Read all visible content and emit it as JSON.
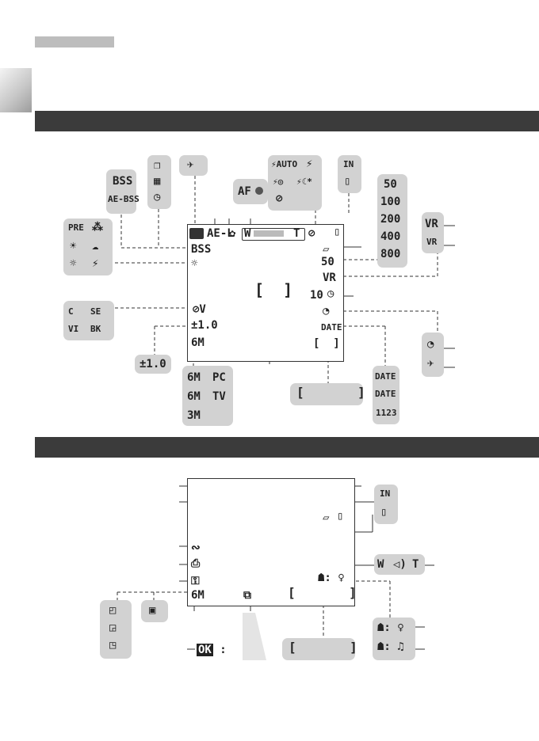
{
  "shooting": {
    "screen_top_row": [
      "AE-L",
      "W",
      "T"
    ],
    "screen_bss": "BSS",
    "screen_iso": "50",
    "screen_vr": "VR",
    "screen_selftimer": "10",
    "screen_date": "DATE",
    "screen_exposure": "±1.0",
    "screen_imgmode": "6M",
    "af_label": "AF",
    "bss_panel": [
      "BSS",
      "AE-BSS"
    ],
    "flash_panel": [
      "⚡AUTO",
      "⚡",
      "⚡◎",
      "⚡☾*",
      "⊘"
    ],
    "iso_panel": [
      "50",
      "100",
      "200",
      "400",
      "800"
    ],
    "vr_panel": [
      "VR",
      "VR"
    ],
    "wb_panel": [
      "PRE",
      "☀",
      "☁",
      "⚡"
    ],
    "color_panel": [
      "C",
      "SE",
      "VI",
      "BK"
    ],
    "exposure_panel": "±1.0",
    "imgmode_panel": [
      "6M",
      "PC",
      "6M",
      "TV",
      "3M"
    ],
    "date_panel": [
      "DATE",
      "DATE",
      "1123"
    ],
    "storage_panel": [
      "IN",
      ""
    ]
  },
  "playback": {
    "imgmode": "6M",
    "zoom_labels": [
      "W",
      "T"
    ],
    "ok_label": "OK",
    "storage_panel": [
      "IN",
      ""
    ]
  }
}
